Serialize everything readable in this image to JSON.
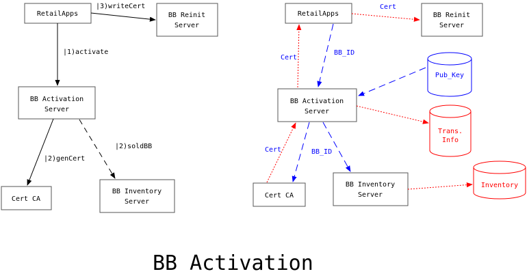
{
  "title": "BB Activation",
  "colors": {
    "black": "#000000",
    "red": "#ff0000",
    "blue": "#0000ff"
  },
  "left": {
    "nodes": {
      "retail": "RetailApps",
      "reinit": [
        "BB Reinit",
        "Server"
      ],
      "activation": [
        "BB Activation",
        "Server"
      ],
      "certca": "Cert CA",
      "inventory": [
        "BB Inventory",
        "Server"
      ]
    },
    "edges": {
      "write_cert": "|3)writeCert",
      "activate": "|1)activate",
      "gen_cert": "|2)genCert",
      "sold_bb": "|2)soldBB"
    }
  },
  "right": {
    "nodes": {
      "retail": "RetailApps",
      "reinit": [
        "BB Reinit",
        "Server"
      ],
      "activation": [
        "BB Activation",
        "Server"
      ],
      "certca": "Cert CA",
      "inventory": [
        "BB Inventory",
        "Server"
      ]
    },
    "stores": {
      "pubkey": "Pub_Key",
      "trans": [
        "Trans.",
        "Info"
      ],
      "inventory": "Inventory"
    },
    "edges": {
      "cert_top": "Cert",
      "cert_left": "Cert",
      "bb_id_top": "BB_ID",
      "cert_bottom": "Cert",
      "bb_id_bottom": "BB_ID"
    }
  }
}
